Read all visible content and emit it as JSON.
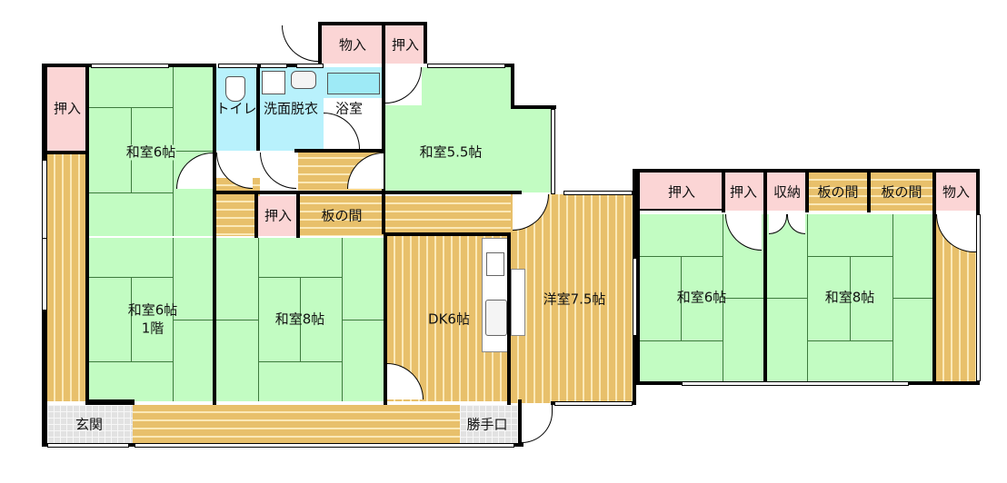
{
  "floor_plan": {
    "floor_label": "1階",
    "colors": {
      "tatami": "#c2fcc2",
      "closet": "#fbd5d5",
      "wet_area": "#b8f1fc",
      "wood_floor": "#e8c06b",
      "entrance_tile": "#e2e2e2",
      "wall": "#000000"
    },
    "rooms": [
      {
        "id": "washitsu6-nw",
        "label": "和室6帖",
        "type": "tatami"
      },
      {
        "id": "oshiire-w",
        "label": "押入",
        "type": "closet"
      },
      {
        "id": "toilet",
        "label": "トイレ",
        "type": "wet"
      },
      {
        "id": "senmen",
        "label": "洗面脱衣",
        "type": "wet"
      },
      {
        "id": "bath",
        "label": "浴室",
        "type": "wet"
      },
      {
        "id": "monoire-top",
        "label": "物入",
        "type": "closet"
      },
      {
        "id": "oshiire-top",
        "label": "押入",
        "type": "closet"
      },
      {
        "id": "washitsu55",
        "label": "和室5.5帖",
        "type": "tatami"
      },
      {
        "id": "oshiire-mid",
        "label": "押入",
        "type": "closet"
      },
      {
        "id": "itanoma-mid",
        "label": "板の間",
        "type": "wood"
      },
      {
        "id": "washitsu6-sw",
        "label": "和室6帖",
        "type": "tatami"
      },
      {
        "id": "washitsu8-s",
        "label": "和室8帖",
        "type": "tatami"
      },
      {
        "id": "dk",
        "label": "DK6帖",
        "type": "wood"
      },
      {
        "id": "yoshitsu",
        "label": "洋室7.5帖",
        "type": "wood"
      },
      {
        "id": "oshiire-e1",
        "label": "押入",
        "type": "closet"
      },
      {
        "id": "oshiire-e2",
        "label": "押入",
        "type": "closet"
      },
      {
        "id": "shuno",
        "label": "収納",
        "type": "closet"
      },
      {
        "id": "itanoma-e1",
        "label": "板の間",
        "type": "wood"
      },
      {
        "id": "itanoma-e2",
        "label": "板の間",
        "type": "wood"
      },
      {
        "id": "monoire-e",
        "label": "物入",
        "type": "closet"
      },
      {
        "id": "washitsu6-e",
        "label": "和室6帖",
        "type": "tatami"
      },
      {
        "id": "washitsu8-e",
        "label": "和室8帖",
        "type": "tatami"
      },
      {
        "id": "genkan",
        "label": "玄関",
        "type": "tile"
      },
      {
        "id": "katteguchi",
        "label": "勝手口",
        "type": "tile"
      }
    ]
  }
}
